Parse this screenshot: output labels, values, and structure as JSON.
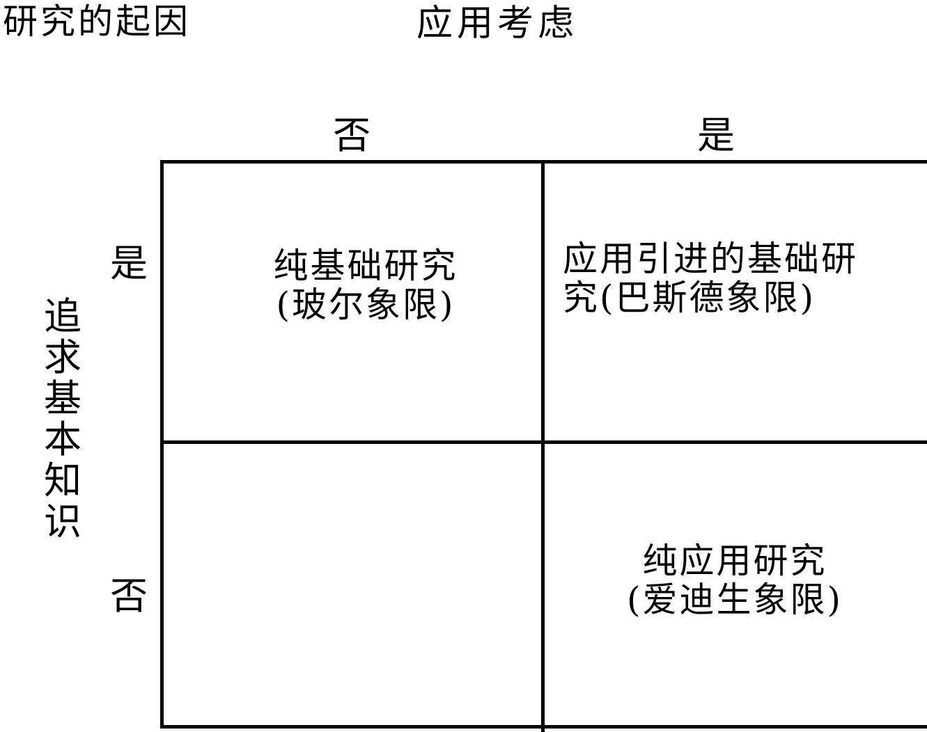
{
  "title": "研究的起因",
  "column_axis": {
    "title": "应用考虑",
    "labels": [
      "否",
      "是"
    ]
  },
  "row_axis": {
    "title": "追求基本知识",
    "labels": [
      "是",
      "否"
    ]
  },
  "quadrants": {
    "top_left": {
      "line1": "纯基础研究",
      "line2": "(玻尔象限)"
    },
    "top_right": {
      "text": "应用引进的基础研究(巴斯德象限)"
    },
    "bottom_left": {
      "text": ""
    },
    "bottom_right": {
      "line1": "纯应用研究",
      "line2": "(爱迪生象限)"
    }
  }
}
